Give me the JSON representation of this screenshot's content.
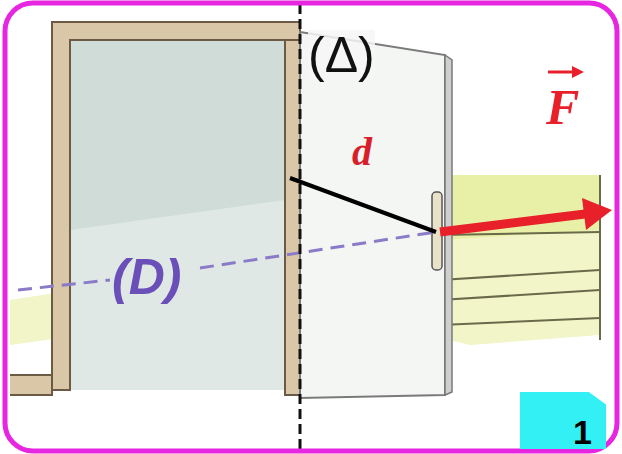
{
  "diagram": {
    "nodes": [
      {
        "text": [
          "1"
        ]
      }
    ],
    "labels": [
      "(Δ)",
      "d",
      "F",
      "(D)"
    ]
  }
}
